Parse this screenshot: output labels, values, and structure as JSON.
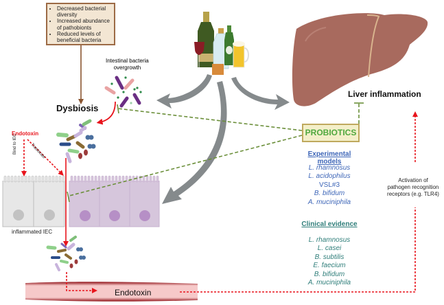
{
  "dysbiosis_box": {
    "items": [
      "Decreased bacterial diversity",
      "Increased abundance of pathobionts",
      "Reduced levels of beneficial bacteria"
    ]
  },
  "labels": {
    "intestinal_overgrowth": [
      "Intestinal bacteria",
      "overgrowth"
    ],
    "dysbiosis": "Dysbiosis",
    "endotoxin_top": "Endotoxin",
    "bind_to_iec": "Bind to IEC",
    "traslocate": "Traslocate",
    "inflamed_iec": "inflammated IEC",
    "liver_inflammation": "Liver inflammation",
    "probiotics": "PROBIOTICS",
    "endotoxin_vessel": "Endotoxin",
    "prr_activation": [
      "Activation of",
      "pathogen recognition",
      "receptors (e.g. TLR4)"
    ]
  },
  "experimental_models": {
    "heading": "Experimental models",
    "items": [
      "L. rhamnosus",
      "L. acidophilus",
      "VSL#3",
      "B. bifidum",
      "A. muciniphila"
    ]
  },
  "clinical_evidence": {
    "heading": "Clinical evidence",
    "items": [
      "L. rhamnosus",
      "L. casei",
      "B. subtilis",
      "E. faecium",
      "B. bifidum",
      "A. muciniphila"
    ]
  },
  "colors": {
    "inhibition_green": "#6b8f3a",
    "endotoxin_red": "#e8141c",
    "liver": "#a86a5e",
    "arrow_gray": "#858a8c",
    "probiotic_text": "#4fa83e",
    "experimental_blue": "#3f67b8",
    "clinical_teal": "#2f7e7a",
    "vessel": "#a3161c"
  }
}
